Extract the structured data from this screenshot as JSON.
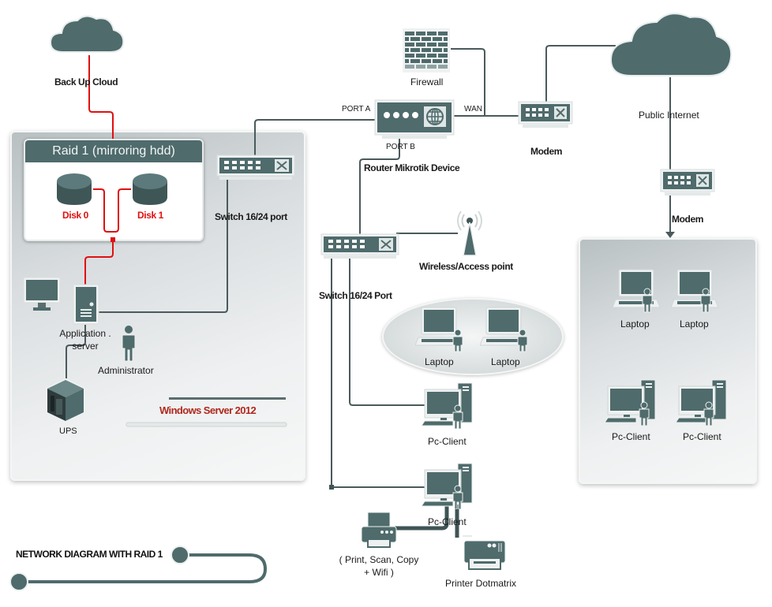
{
  "diagram": {
    "title": "NETWORK DIAGRAM WITH RAID 1",
    "colors": {
      "device": "#4f6b6c",
      "line": "#4a5a5b",
      "raid_line": "#e01010",
      "windows_server_text": "#b0281c"
    },
    "server_zone": {
      "raid_header": "Raid 1 (mirroring hdd)",
      "disk0": "Disk 0",
      "disk1": "Disk 1",
      "app_server_line1": "Application .",
      "app_server_line2": "server",
      "administrator": "Administrator",
      "ups": "UPS",
      "os_label": "Windows Server 2012"
    },
    "backup_cloud": "Back Up Cloud",
    "switch_top": "Switch 16/24 port",
    "firewall": "Firewall",
    "router": {
      "name": "Router Mikrotik Device",
      "port_a": "PORT A",
      "port_b": "PORT B",
      "wan": "WAN"
    },
    "modem_left": "Modem",
    "public_internet": "Public Internet",
    "modem_right": "Modem",
    "switch_mid": "Switch 16/24 Port",
    "wireless": "Wireless/Access point",
    "wifi_group": {
      "laptop1": "Laptop",
      "laptop2": "Laptop"
    },
    "pc_client_1": "Pc-Client",
    "pc_client_2": "Pc-Client",
    "mfp_printer_line1": "( Print, Scan, Copy",
    "mfp_printer_line2": "+ Wifi )",
    "dotmatrix_printer": "Printer Dotmatrix",
    "remote_zone": {
      "laptop1": "Laptop",
      "laptop2": "Laptop",
      "pc1": "Pc-Client",
      "pc2": "Pc-Client"
    }
  }
}
